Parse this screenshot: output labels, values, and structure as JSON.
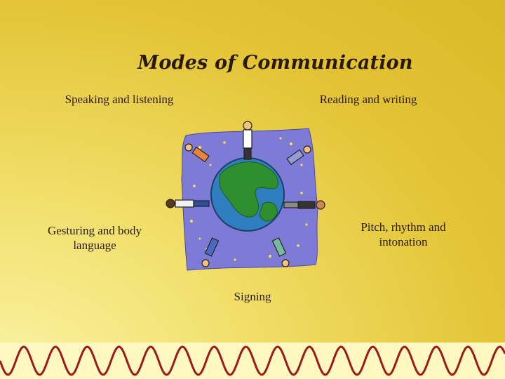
{
  "slide": {
    "title": "Modes of Communication",
    "labels": {
      "speaking": "Speaking and listening",
      "reading": "Reading and writing",
      "gesturing": "Gesturing and body language",
      "pitch": "Pitch, rhythm and intonation",
      "signing": "Signing"
    }
  },
  "colors": {
    "background_light": "#fbf3a6",
    "background_dark": "#d9b927",
    "night_sky": "#7d7bd6",
    "ocean": "#2f7fc0",
    "land": "#2f8f2f",
    "wave_line": "#9b1a1a"
  },
  "illustration": {
    "icon": "globe-with-people-icon"
  }
}
